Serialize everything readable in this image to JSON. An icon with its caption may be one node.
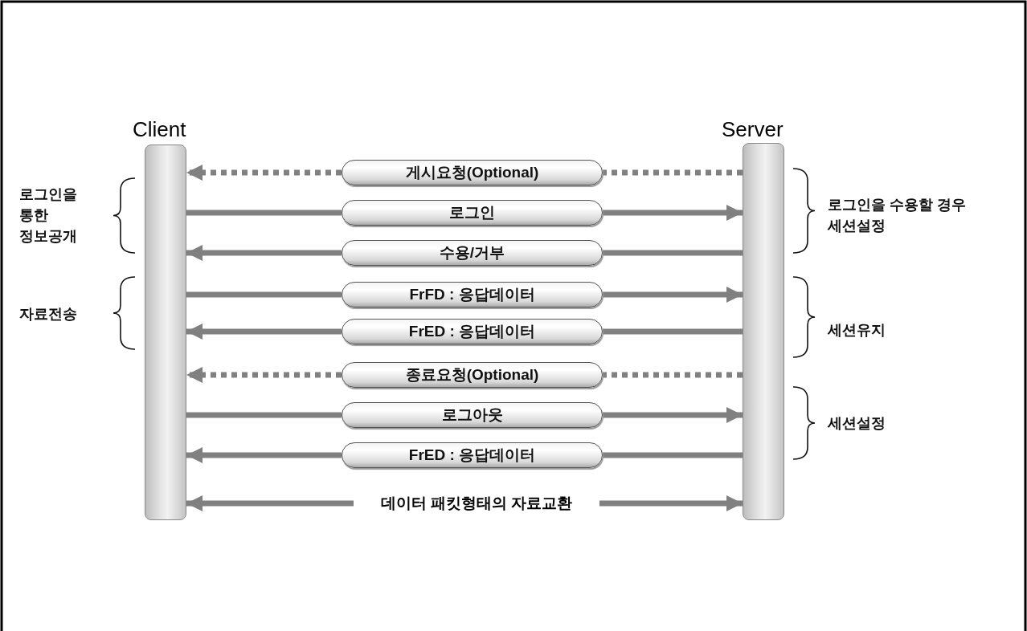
{
  "diagram": {
    "nodes": [
      {
        "text": [
          "Client"
        ]
      },
      {
        "text": [
          "Server"
        ]
      },
      {
        "text": [
          "게시요청(Optional)"
        ]
      },
      {
        "text": [
          "로그인"
        ]
      },
      {
        "text": [
          "수용/거부"
        ]
      },
      {
        "text": [
          "FrFD : 응답데이터"
        ]
      },
      {
        "text": [
          "FrED : 응답데이터"
        ]
      },
      {
        "text": [
          "종료요청(Optional)"
        ]
      },
      {
        "text": [
          "로그아웃"
        ]
      },
      {
        "text": [
          "FrED : 응답데이터"
        ]
      },
      {
        "text": [
          "데이터 패킷형태의 자료교환"
        ]
      }
    ],
    "edges": [
      {
        "from": 1,
        "to": 2,
        "arrow": "none",
        "style": "dashed"
      },
      {
        "from": 2,
        "to": 0,
        "arrow": "to",
        "style": "dashed"
      },
      {
        "from": 0,
        "to": 3,
        "arrow": "none"
      },
      {
        "from": 3,
        "to": 1,
        "arrow": "to"
      },
      {
        "from": 1,
        "to": 4,
        "arrow": "none"
      },
      {
        "from": 4,
        "to": 0,
        "arrow": "to"
      },
      {
        "from": 0,
        "to": 5,
        "arrow": "none"
      },
      {
        "from": 5,
        "to": 1,
        "arrow": "to"
      },
      {
        "from": 1,
        "to": 6,
        "arrow": "none"
      },
      {
        "from": 6,
        "to": 0,
        "arrow": "to"
      },
      {
        "from": 1,
        "to": 7,
        "arrow": "none",
        "style": "dashed"
      },
      {
        "from": 7,
        "to": 0,
        "arrow": "to",
        "style": "dashed"
      },
      {
        "from": 0,
        "to": 8,
        "arrow": "none"
      },
      {
        "from": 8,
        "to": 1,
        "arrow": "to"
      },
      {
        "from": 1,
        "to": 9,
        "arrow": "none"
      },
      {
        "from": 9,
        "to": 0,
        "arrow": "to"
      },
      {
        "from": 10,
        "to": 0,
        "arrow": "to"
      },
      {
        "from": 10,
        "to": 1,
        "arrow": "to"
      }
    ],
    "labels": [
      "로그인을 통한 정보공개",
      "로그인을 수용할 경우 세션설정",
      "자료전송",
      "세션유지",
      "세션설정"
    ]
  }
}
